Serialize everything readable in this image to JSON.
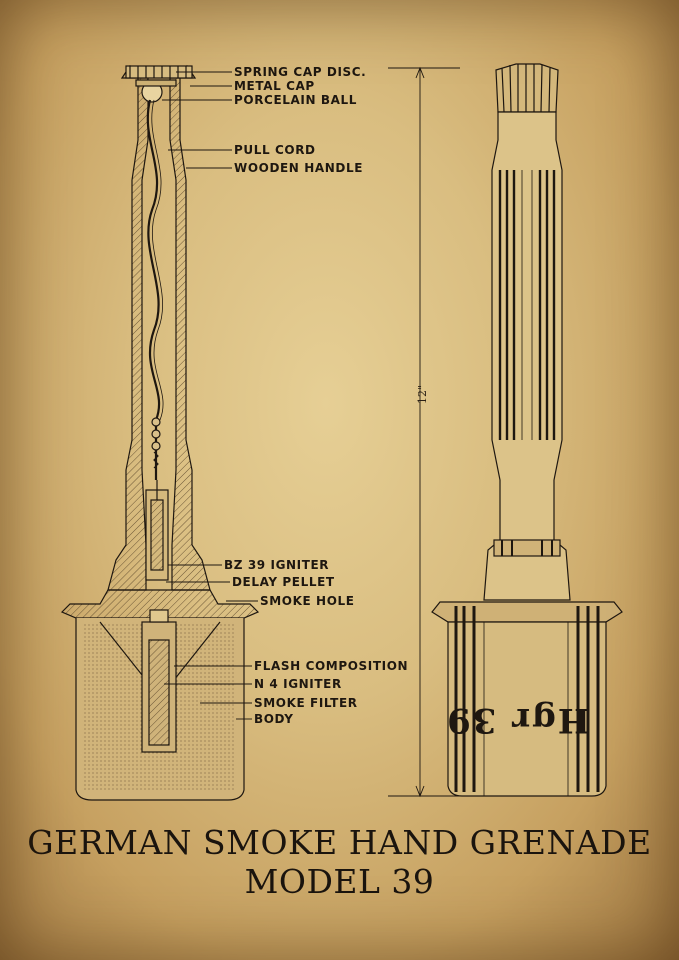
{
  "diagram": {
    "callouts": [
      "SPRING CAP DISC.",
      "METAL CAP",
      "PORCELAIN BALL",
      "PULL CORD",
      "WOODEN HANDLE",
      "BZ 39 IGNITER",
      "DELAY PELLET",
      "SMOKE HOLE",
      "FLASH COMPOSITION",
      "N 4 IGNITER",
      "SMOKE FILTER",
      "BODY"
    ],
    "dimension_label": "12\"",
    "body_markings": "Hgr 39"
  },
  "title": {
    "line1": "GERMAN SMOKE HAND GRENADE",
    "line2": "MODEL 39"
  },
  "colors": {
    "paper": "#dcc185",
    "ink": "#1e1710",
    "hatch": "#6b5636",
    "smoke_fill": "#c9ae77"
  }
}
